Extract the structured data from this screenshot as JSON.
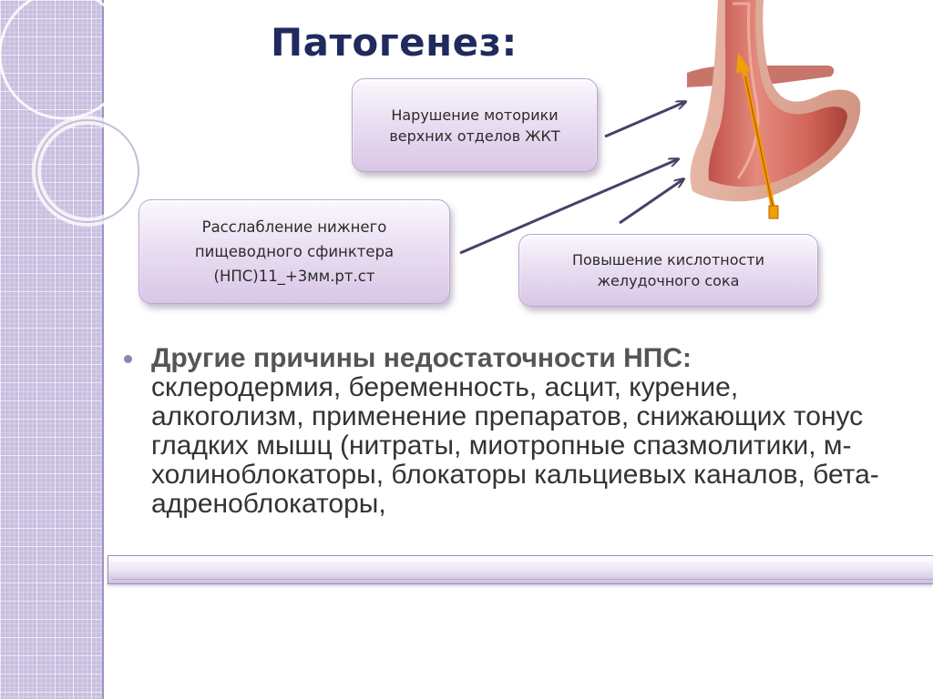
{
  "slide": {
    "title": "Патогенез:",
    "boxes": {
      "motility": "Нарушение моторики\nверхних отделов ЖКТ",
      "relaxation": "Расслабление нижнего\nпищеводного сфинктера\n(НПС)11_+3мм.рт.ст",
      "acidity": "Повышение кислотности\nжелудочного сока"
    },
    "bullet": {
      "lead": "Другие причины недостаточности НПС:",
      "body": "склеродермия, беременность, асцит, курение, алкоголизм, применение препаратов, снижающих тонус гладких мышц (нитраты, миотропные спазмолитики, м-холиноблокаторы, блокаторы кальциевых каналов, бета-адреноблокаторы,"
    }
  },
  "colors": {
    "title": "#1f2a5e",
    "accent": "#8e82b3",
    "box_fill": "#eadff2",
    "arrow": "#4a3f66"
  },
  "icons": {
    "illustration": "esophagus-stomach-illustration",
    "bullet": "bullet-dot"
  }
}
